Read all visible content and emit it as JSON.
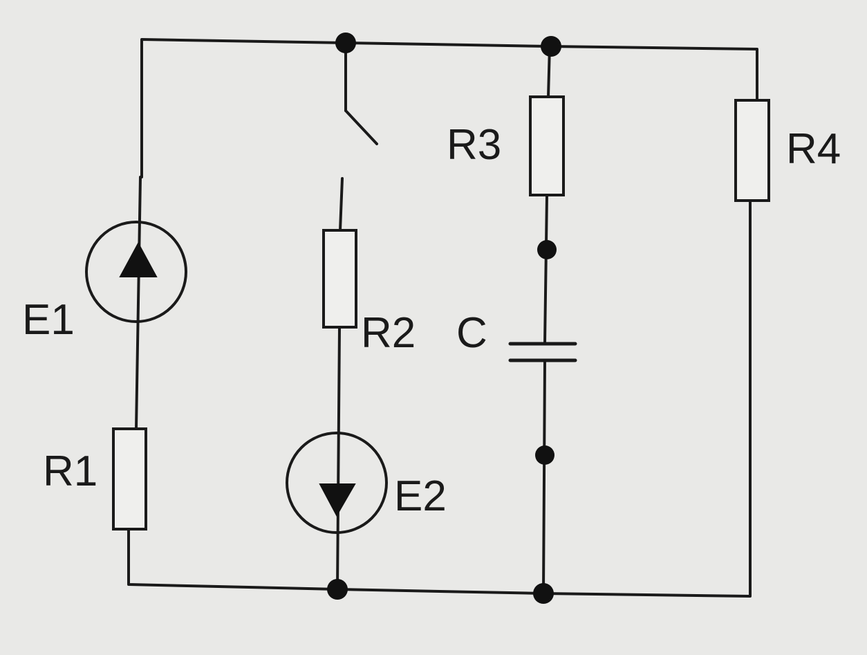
{
  "labels": {
    "e1": "E1",
    "e2": "E2",
    "r1": "R1",
    "r2": "R2",
    "r3": "R3",
    "r4": "R4",
    "c": "C"
  },
  "colors": {
    "background": "#e9e9e7",
    "ink": "#1a1a1a"
  }
}
